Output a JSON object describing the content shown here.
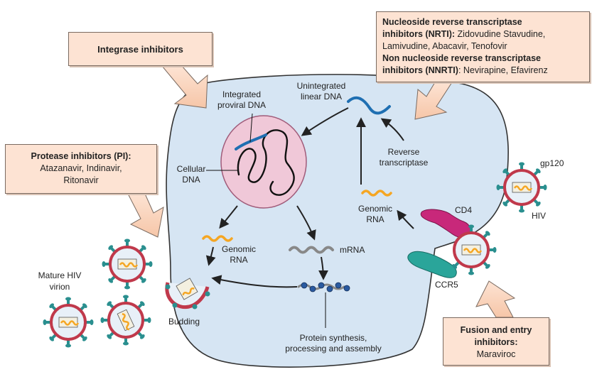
{
  "boxes": {
    "integrase": "Integrase inhibitors",
    "protease_title": "Protease inhibitors (PI):",
    "protease_line1": "Atazanavir, Indinavir,",
    "protease_line2": "Ritonavir",
    "nrti_title1": "Nucleoside reverse transcriptase",
    "nrti_title2": "inhibitors (NRTI):",
    "nrti_drugs1": " Zidovudine Stavudine,",
    "nrti_drugs2": "Lamivudine, Abacavir, Tenofovir",
    "nnrti_title1": "Non nucleoside reverse transcriptase",
    "nnrti_title2": "inhibitors (NNRTI)",
    "nnrti_drugs": ": Nevirapine, Efavirenz",
    "fusion_title1": "Fusion and entry",
    "fusion_title2": "inhibitors:",
    "fusion_drug": "Maraviroc"
  },
  "labels": {
    "integrated_1": "Integrated",
    "integrated_2": "proviral DNA",
    "unintegrated_1": "Unintegrated",
    "unintegrated_2": "linear DNA",
    "cellular_1": "Cellular",
    "cellular_2": "DNA",
    "reverse_1": "Reverse",
    "reverse_2": "transcriptase",
    "genomic_right_1": "Genomic",
    "genomic_right_2": "RNA",
    "genomic_left_1": "Genomic",
    "genomic_left_2": "RNA",
    "mrna": "mRNA",
    "protein_1": "Protein synthesis,",
    "protein_2": "processing and assembly",
    "mature_1": "Mature HIV",
    "mature_2": "virion",
    "budding": "Budding",
    "cd4": "CD4",
    "ccr5": "CCR5",
    "gp120": "gp120",
    "hiv": "HIV"
  },
  "colors": {
    "cell_fill": "#d6e5f3",
    "nucleus_fill": "#f0c8d8",
    "box_fill": "#fde3d3",
    "virion_ring": "#c0394b",
    "rna_orange": "#f5a623",
    "dna_blue": "#1f6fb2",
    "spike_teal": "#2a8f8f",
    "cd4_magenta": "#c8287a",
    "ccr5_teal": "#2aa59a"
  }
}
